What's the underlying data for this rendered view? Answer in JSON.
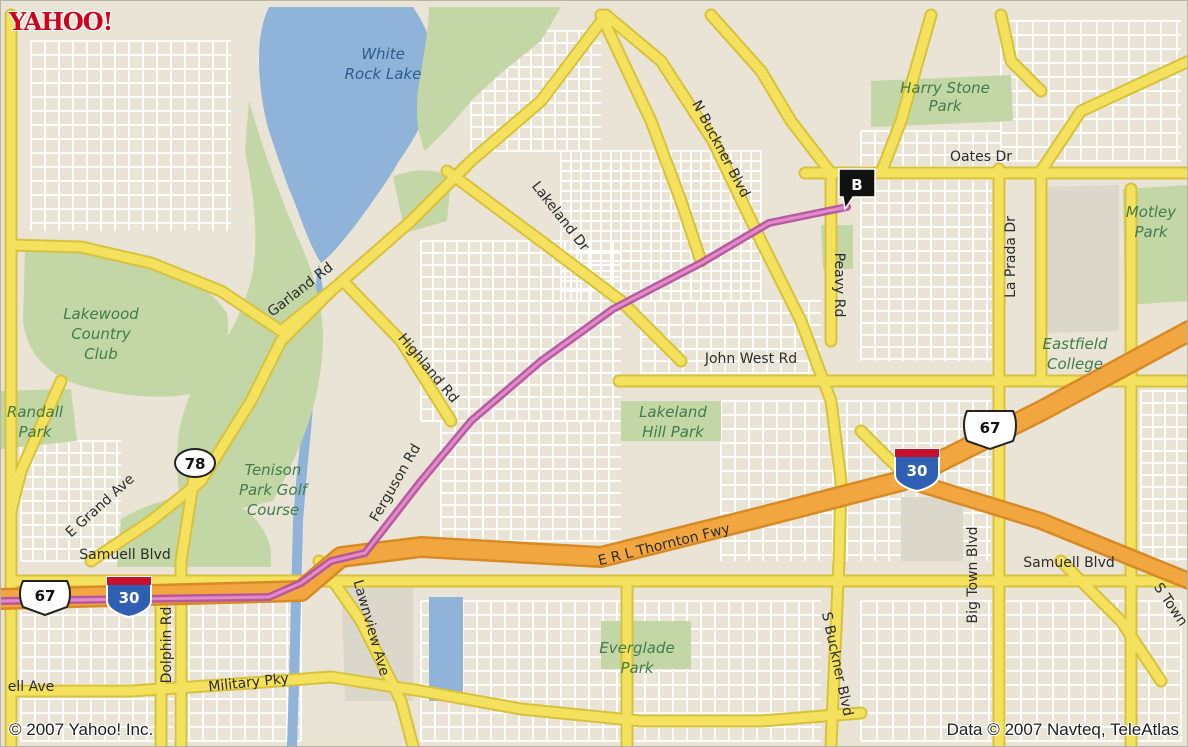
{
  "brand": {
    "logo_text": "YAHOO!"
  },
  "colors": {
    "land": "#e9e4d6",
    "street": "#ffffff",
    "arterial": "#f4e15d",
    "freeway": "#f2a640",
    "route": "#d9669d",
    "water": "#8fb3d9",
    "park": "#c3d6a5"
  },
  "water_labels": [
    "White",
    "Rock Lake"
  ],
  "park_labels": [
    "Harry Stone",
    "Park",
    "Lakewood",
    "Country",
    "Club",
    "Randall",
    "Park",
    "Tenison",
    "Park Golf",
    "Course",
    "Lakeland",
    "Hill Park",
    "Eastfield",
    "College",
    "Motley",
    "Park",
    "Everglade",
    "Park"
  ],
  "road_labels": [
    "Oates Dr",
    "N Buckner Blvd",
    "Lakeland Dr",
    "Garland Rd",
    "Peavy Rd",
    "La Prada Dr",
    "John West Rd",
    "Highland Rd",
    "Ferguson Rd",
    "E Grand Ave",
    "Samuell Blvd",
    "E R L Thornton Fwy",
    "Lawnview Ave",
    "Dolphin Rd",
    "Military Pky",
    "S Buckner Blvd",
    "Big Town Blvd",
    "Samuell Blvd",
    "S Town",
    "ell Ave"
  ],
  "shields": [
    {
      "kind": "state",
      "number": "78"
    },
    {
      "kind": "us",
      "number": "67"
    },
    {
      "kind": "us",
      "number": "67"
    },
    {
      "kind": "interstate",
      "number": "30"
    },
    {
      "kind": "interstate",
      "number": "30"
    }
  ],
  "marker": {
    "label": "B"
  },
  "credits": {
    "left": "© 2007 Yahoo! Inc.",
    "right": "Data © 2007 Navteq, TeleAtlas"
  }
}
